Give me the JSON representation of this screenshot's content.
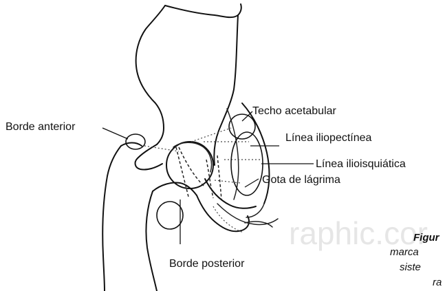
{
  "labels": {
    "techo_acetabular": "Techo acetabular",
    "borde_anterior": "Borde anterior",
    "linea_iliopectinea": "Línea iliopectínea",
    "linea_ilioisquiatica": "Línea ilioisquiática",
    "gota_de_lagrima": "Gota de lágrima",
    "borde_posterior": "Borde posterior"
  },
  "watermark": "raphic.cor",
  "caption": {
    "line1": "Figur",
    "line2": "marca",
    "line3": "siste",
    "line4": "ra"
  }
}
